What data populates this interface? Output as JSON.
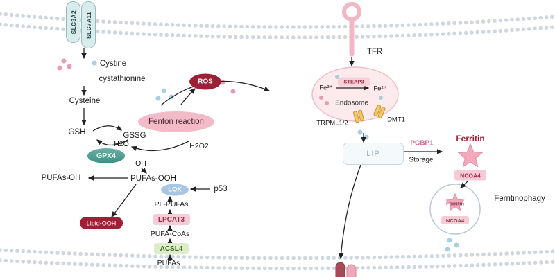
{
  "transporters": {
    "slc3a2": "SLC3A2",
    "slc7a11": "SLC7A11"
  },
  "glutathione_pathway": {
    "cystine": "Cystine",
    "cystathionine": "cystathionine",
    "cysteine": "Cysteine",
    "gsh": "GSH",
    "gssg": "GSSG",
    "gpx4": "GPX4",
    "pufas_oh": "PUFAs-OH",
    "pufas_ooh": "PUFAs-OOH"
  },
  "fenton": {
    "label": "Fenton reaction",
    "ros": "ROS",
    "h2o": "H2O",
    "oh": "OH",
    "h2o2": "H2O2"
  },
  "lipid_pathway": {
    "p53": "p53",
    "lox": "LOX",
    "pl_pufas": "PL-PUFAs",
    "lpcat3": "LPCAT3",
    "pufa_coas": "PUFA-CoAs",
    "acsl4": "ACSL4",
    "pufas": "PUFAs",
    "lipid_ooh": "Lipid-OOH"
  },
  "iron_pathway": {
    "tfr": "TFR",
    "fe3": "Fe³⁺",
    "steap3": "STEAP3",
    "fe2": "Fe²⁺",
    "endosome": "Endosome",
    "trpml12": "TRPML1/2",
    "dmt1": "DMT1",
    "lip": "LIP",
    "pcbp1": "PCBP1",
    "storage": "Storage",
    "ferritin": "Ferritin",
    "ncoa4": "NCOA4",
    "ferritinophagy": "Ferritinophagy",
    "vesicle": {
      "ferritin": "Ferritin",
      "ncoa4": "NCOA4"
    }
  },
  "colors": {
    "dark_red": "#9e2036",
    "pink": "#f3bac8",
    "teal": "#4f9d94",
    "lox_blue": "#a9c5e4",
    "acsl4_green": "#dcedc8",
    "channel_gold": "#f3c764",
    "iron_dot_blue": "#a9cfe2",
    "dot_pink": "#e79cb2",
    "membrane_gray": "#cfd7dd"
  }
}
